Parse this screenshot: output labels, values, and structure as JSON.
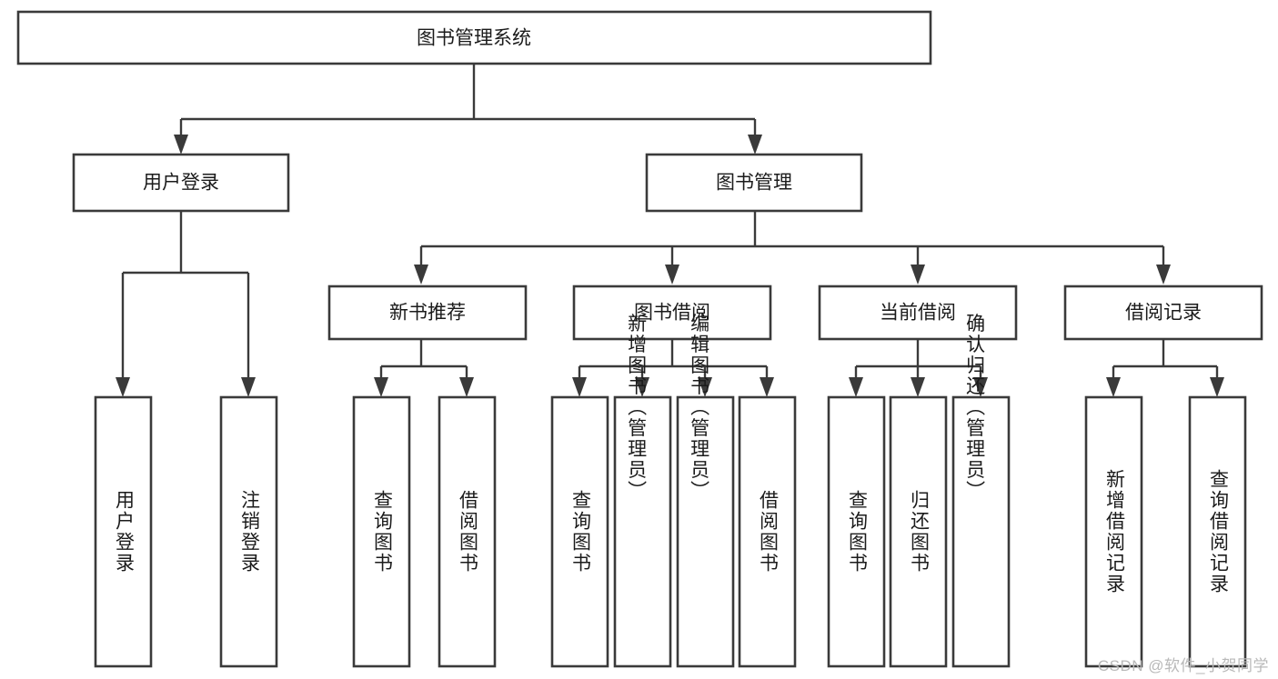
{
  "diagram": {
    "type": "tree-hierarchy",
    "title": "图书管理系统",
    "root": {
      "id": "root",
      "label": "图书管理系统",
      "orientation": "horizontal"
    },
    "level2": [
      {
        "id": "user-login",
        "label": "用户登录",
        "orientation": "horizontal"
      },
      {
        "id": "book-manage",
        "label": "图书管理",
        "orientation": "horizontal"
      }
    ],
    "level3": [
      {
        "id": "new-book-rec",
        "label": "新书推荐",
        "orientation": "horizontal",
        "parent": "book-manage"
      },
      {
        "id": "book-borrow",
        "label": "图书借阅",
        "orientation": "horizontal",
        "parent": "book-manage"
      },
      {
        "id": "current-borrow",
        "label": "当前借阅",
        "orientation": "horizontal",
        "parent": "book-manage"
      },
      {
        "id": "borrow-record",
        "label": "借阅记录",
        "orientation": "horizontal",
        "parent": "book-manage"
      }
    ],
    "leaves": [
      {
        "id": "leaf-user-login",
        "label": "用户登录",
        "orientation": "vertical",
        "parent": "user-login"
      },
      {
        "id": "leaf-logout-login",
        "label": "注销登录",
        "orientation": "vertical",
        "parent": "user-login"
      },
      {
        "id": "leaf-query-book-1",
        "label": "查询图书",
        "orientation": "vertical",
        "parent": "new-book-rec"
      },
      {
        "id": "leaf-borrow-book-1",
        "label": "借阅图书",
        "orientation": "vertical",
        "parent": "new-book-rec"
      },
      {
        "id": "leaf-query-book-2",
        "label": "查询图书",
        "orientation": "vertical",
        "parent": "book-borrow"
      },
      {
        "id": "leaf-add-book",
        "label": "新增图书（管理员）",
        "orientation": "vertical",
        "parent": "book-borrow"
      },
      {
        "id": "leaf-edit-book",
        "label": "编辑图书（管理员）",
        "orientation": "vertical",
        "parent": "book-borrow"
      },
      {
        "id": "leaf-borrow-book-2",
        "label": "借阅图书",
        "orientation": "vertical",
        "parent": "book-borrow"
      },
      {
        "id": "leaf-query-book-3",
        "label": "查询图书",
        "orientation": "vertical",
        "parent": "current-borrow"
      },
      {
        "id": "leaf-return-book",
        "label": "归还图书",
        "orientation": "vertical",
        "parent": "current-borrow"
      },
      {
        "id": "leaf-confirm-return",
        "label": "确认归还（管理员）",
        "orientation": "vertical",
        "parent": "current-borrow"
      },
      {
        "id": "leaf-add-record",
        "label": "新增借阅记录",
        "orientation": "vertical",
        "parent": "borrow-record"
      },
      {
        "id": "leaf-query-record",
        "label": "查询借阅记录",
        "orientation": "vertical",
        "parent": "borrow-record"
      }
    ],
    "colors": {
      "stroke": "#3a3a3a",
      "fill": "#ffffff",
      "text": "#1b1b1b",
      "watermark": "#b9b9b9"
    }
  },
  "watermark": {
    "text": "CSDN @软件_小贺同学"
  }
}
